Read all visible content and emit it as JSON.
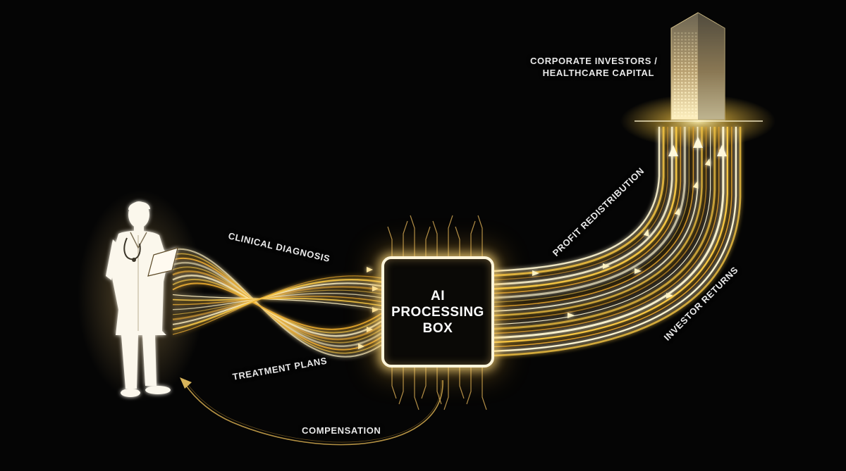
{
  "diagram": {
    "investors_label_line1": "CORPORATE INVESTORS /",
    "investors_label_line2": "HEALTHCARE CAPITAL",
    "clinical_diagnosis_label": "CLINICAL DIAGNOSIS",
    "treatment_plans_label": "TREATMENT PLANS",
    "compensation_label": "COMPENSATION",
    "profit_redistribution_label": "PROFIT REDISTRIBUTION",
    "investor_returns_label": "INVESTOR RETURNS",
    "ai_box_line1": "AI",
    "ai_box_line2": "PROCESSING",
    "ai_box_line3": "BOX"
  },
  "colors": {
    "background": "#050505",
    "gold": "#f5c542",
    "gold_bright": "#ffe9a8",
    "white_glow": "#fff6dc"
  },
  "icons": [
    "doctor-figure-icon",
    "skyscraper-icon",
    "chip-icon",
    "arrow-icon"
  ]
}
